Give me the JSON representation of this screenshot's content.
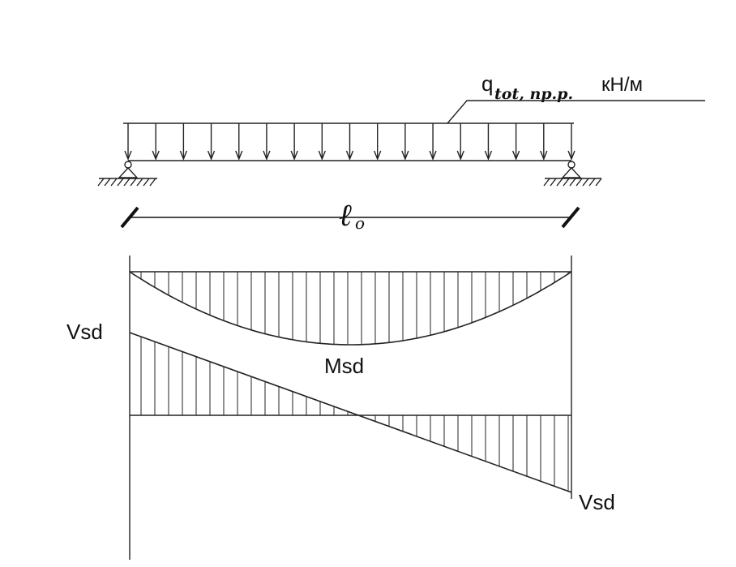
{
  "load": {
    "symbol": "q",
    "subscript": "tot, пр.р.",
    "unit": "кН/м"
  },
  "span": {
    "symbol": "ℓ",
    "subscript": "o"
  },
  "moment_diagram": {
    "label": "Msd"
  },
  "shear_diagram": {
    "label_left": "Vsd",
    "label_right": "Vsd"
  }
}
